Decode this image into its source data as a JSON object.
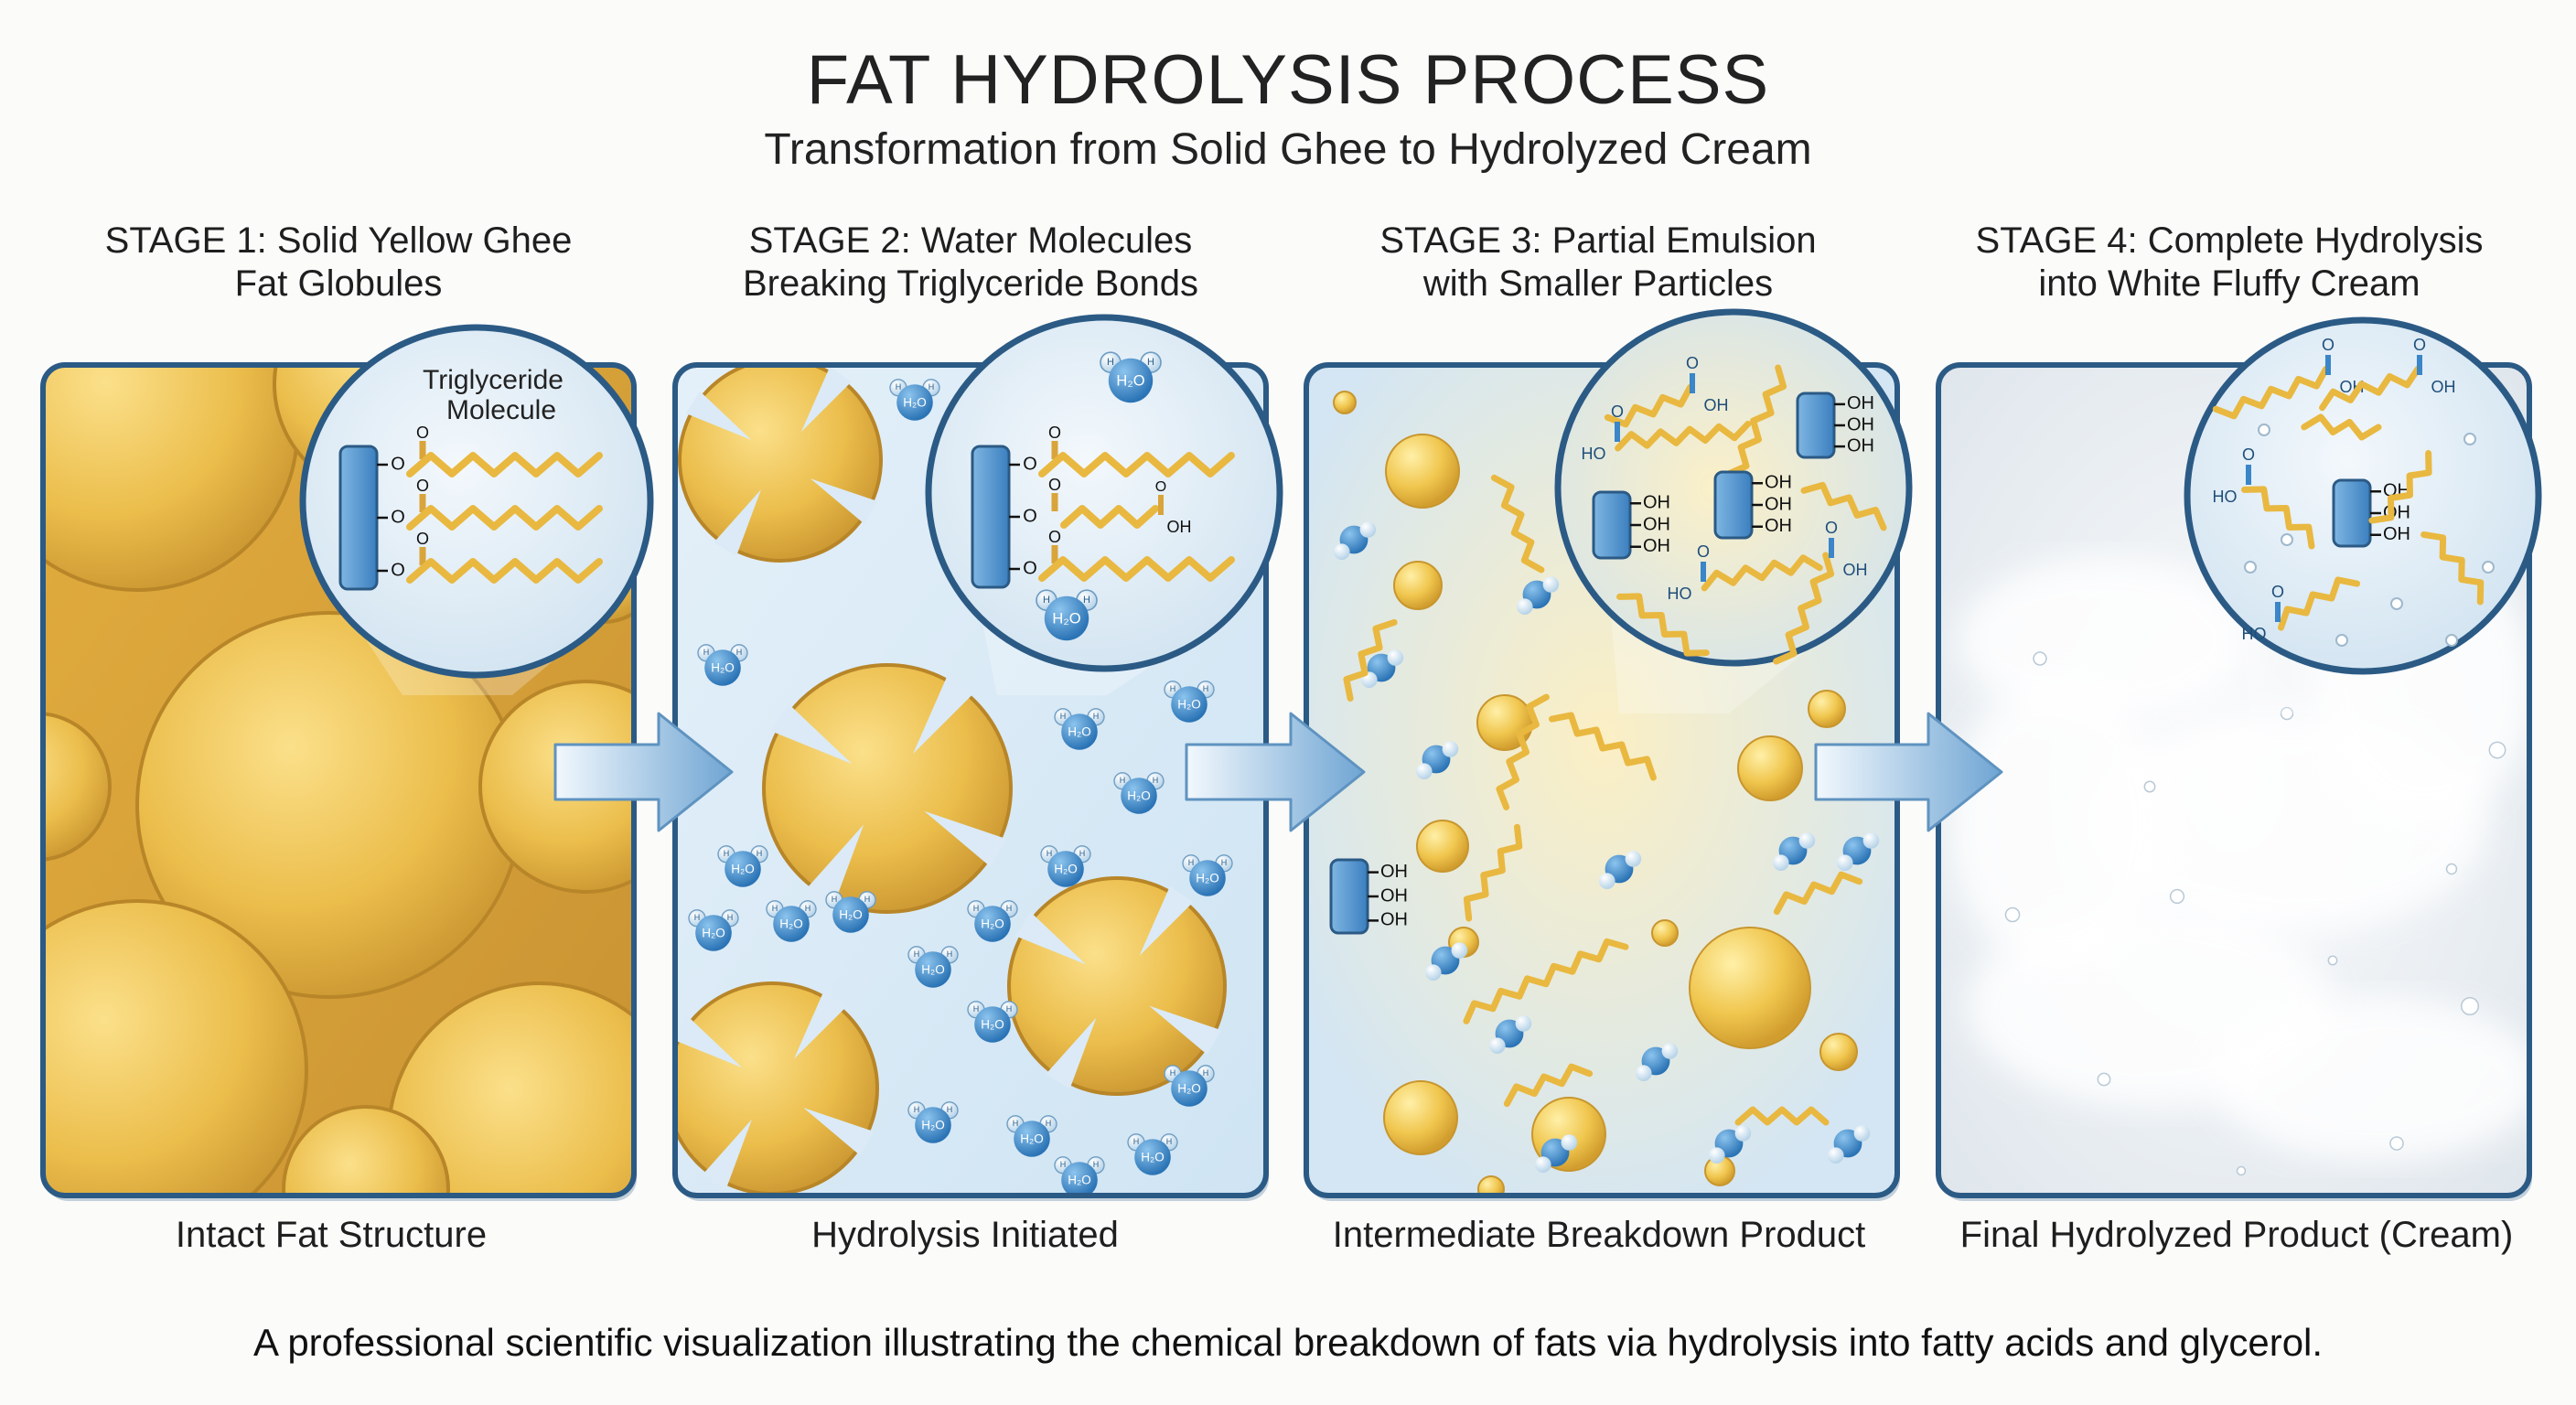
{
  "title": "FAT HYDROLYSIS PROCESS",
  "subtitle": "Transformation from Solid Ghee to Hydrolyzed Cream",
  "stages": [
    {
      "line1": "STAGE 1: Solid Yellow Ghee",
      "line2": "Fat Globules",
      "caption": "Intact Fat Structure",
      "magnifier_label_1": "Triglyceride",
      "magnifier_label_2": "Molecule"
    },
    {
      "line1": "STAGE 2: Water Molecules",
      "line2": "Breaking Triglyceride Bonds",
      "caption": "Hydrolysis Initiated"
    },
    {
      "line1": "STAGE 3: Partial Emulsion",
      "line2": "with Smaller Particles",
      "caption": "Intermediate Breakdown Product"
    },
    {
      "line1": "STAGE 4: Complete Hydrolysis",
      "line2": "into White Fluffy Cream",
      "caption": "Final Hydrolyzed Product (Cream)"
    }
  ],
  "footer": "A professional scientific visualization illustrating the chemical breakdown of fats via hydrolysis into fatty acids and glycerol.",
  "chem_labels": {
    "oxygen": "O",
    "hydroxyl": "OH",
    "hydroxyl_left": "HO",
    "water": "H₂O",
    "hydrogen": "H"
  },
  "icons": [
    "fat-globule-icon",
    "water-molecule-icon",
    "glycerol-icon",
    "fatty-acid-chain-icon",
    "magnifier-icon",
    "arrow-right-icon"
  ],
  "colors": {
    "fat_yellow": "#e9b840",
    "water_blue": "#3a86c8",
    "border_navy": "#2b5a85",
    "panel_blue": "#d8eaf6",
    "cream_white": "#eef2f5"
  }
}
